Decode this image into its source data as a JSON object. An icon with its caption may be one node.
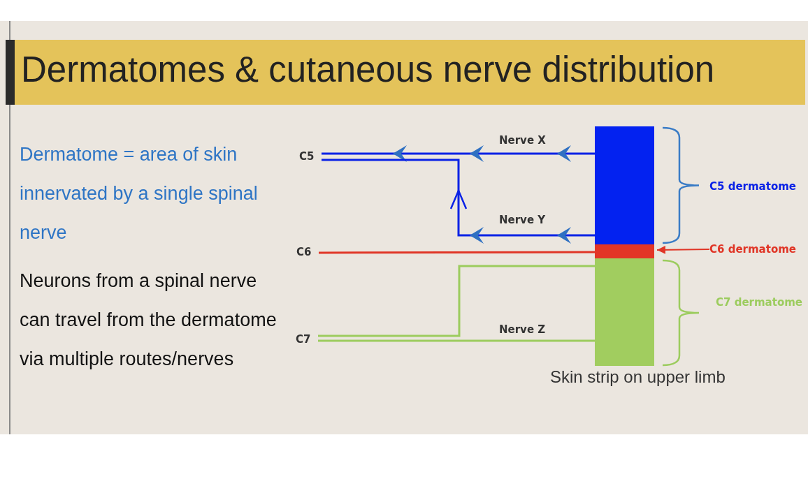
{
  "diagram": {
    "title": "Dermatomes & cutaneous nerve distribution",
    "nodes": [
      {
        "text": [
          "C5"
        ]
      },
      {
        "text": [
          "C6"
        ]
      },
      {
        "text": [
          "C7"
        ]
      },
      {
        "text": [
          "Skin strip on upper limb"
        ]
      },
      {
        "text": [],
        "shape": "bar",
        "in": 3
      },
      {
        "text": [],
        "shape": "bar",
        "in": 3
      },
      {
        "text": [],
        "shape": "bar",
        "in": 3
      },
      {
        "text": [
          "C6 dermatome"
        ]
      }
    ],
    "edges": [
      {
        "from": 4,
        "to": 0,
        "arrow": "to",
        "label": "Nerve X",
        "color": "#0a22e6"
      },
      {
        "from": 4,
        "to": 0,
        "arrow": "to",
        "label": "Nerve Y",
        "color": "#0a22e6"
      },
      {
        "from": 5,
        "to": 1,
        "arrow": "none",
        "color": "#e03526"
      },
      {
        "from": 6,
        "to": 2,
        "arrow": "none",
        "color": "#9ccc5e"
      },
      {
        "from": 6,
        "to": 2,
        "arrow": "none",
        "label": "Nerve Z",
        "color": "#9ccc5e"
      },
      {
        "from": 7,
        "to": 5,
        "arrow": "to",
        "color": "#e03526"
      }
    ],
    "labels": [
      "Dermatome = area of skin innervated by a single spinal nerve",
      "Neurons from a spinal nerve can travel from the dermatome via multiple routes/nerves",
      "C5 dermatome",
      "C7 dermatome"
    ]
  }
}
